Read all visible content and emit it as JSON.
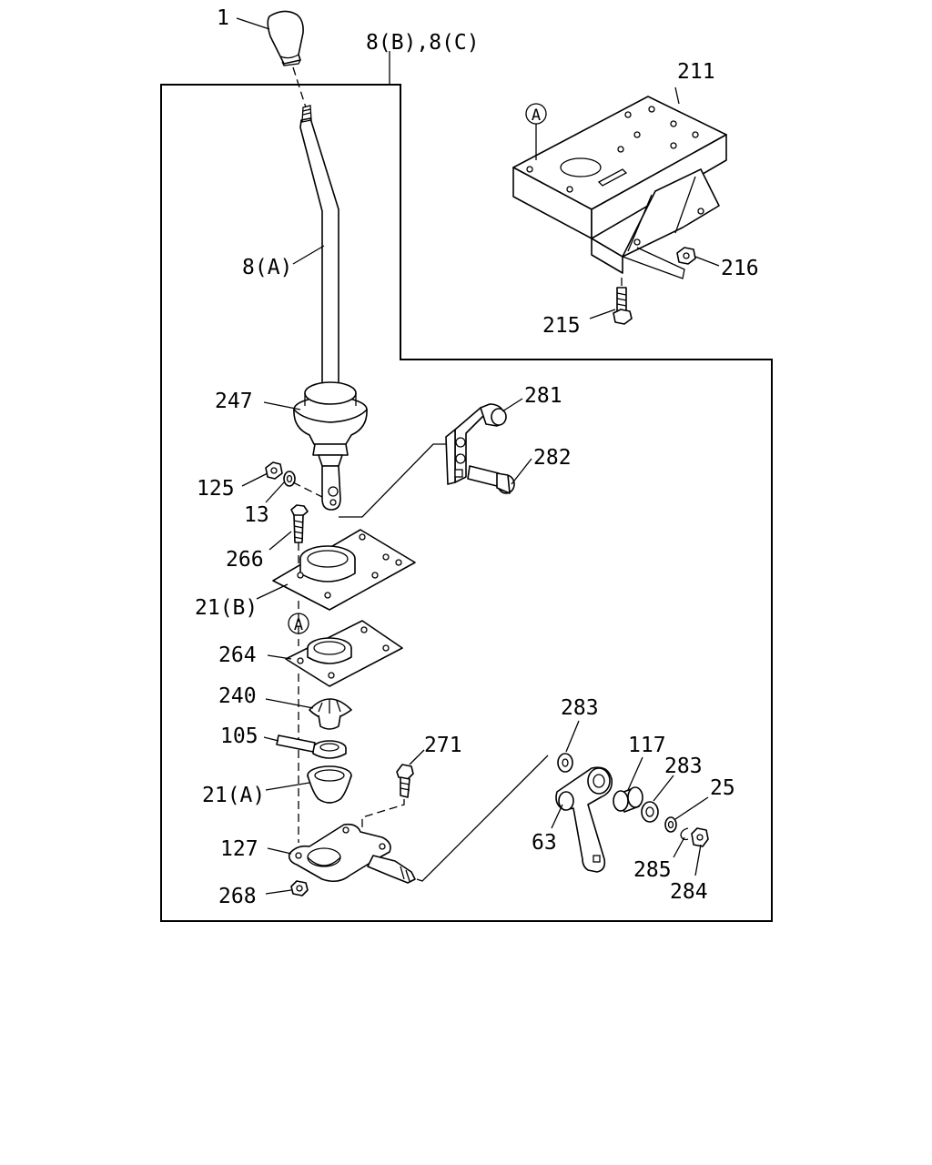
{
  "labels": {
    "l1": "1",
    "l8bc": "8(B),8(C)",
    "l211": "211",
    "lA_top": "A",
    "l8a": "8(A)",
    "l216": "216",
    "l215": "215",
    "l247": "247",
    "l281": "281",
    "l282": "282",
    "l125": "125",
    "l13": "13",
    "l266": "266",
    "l21b": "21(B)",
    "lA_mid": "A",
    "l264": "264",
    "l240": "240",
    "l283a": "283",
    "l105": "105",
    "l271": "271",
    "l117": "117",
    "l283b": "283",
    "l25": "25",
    "l21a": "21(A)",
    "l63": "63",
    "l127": "127",
    "l285": "285",
    "l268": "268",
    "l284": "284"
  }
}
